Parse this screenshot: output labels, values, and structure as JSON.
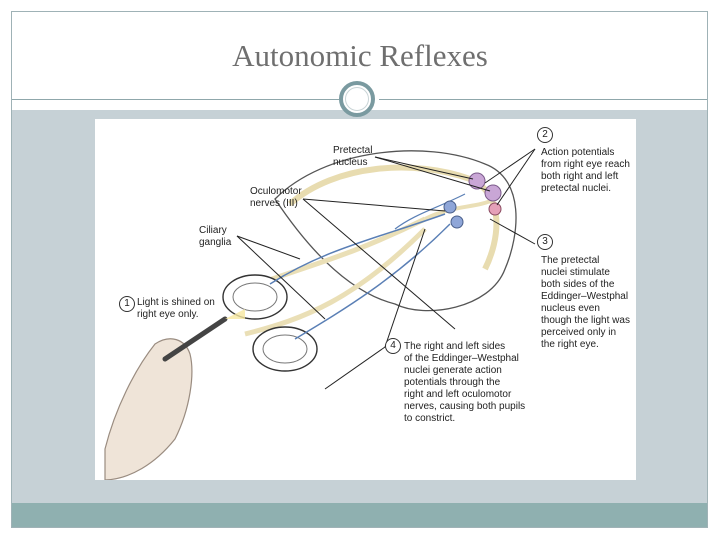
{
  "slide": {
    "title": "Autonomic Reflexes"
  },
  "figure": {
    "labels": {
      "pretectal": [
        "Pretectal",
        "nucleus"
      ],
      "oculomotor": [
        "Oculomotor",
        "nerves (III)"
      ],
      "ciliary": [
        "Ciliary",
        "ganglia"
      ]
    },
    "steps": [
      {
        "number": "1",
        "lines": [
          "Light is shined on",
          "right eye only."
        ]
      },
      {
        "number": "2",
        "lines": [
          "Action potentials",
          "from right eye reach",
          "both right and left",
          "pretectal nuclei."
        ]
      },
      {
        "number": "3",
        "lines": [
          "The pretectal",
          "nuclei stimulate",
          "both sides of the",
          "Eddinger–Westphal",
          "nucleus even",
          "though the light was",
          "perceived only in",
          "the right eye."
        ]
      },
      {
        "number": "4",
        "lines": [
          "The right and left sides",
          "of the Eddinger–Westphal",
          "nuclei generate action",
          "potentials through the",
          "right and left oculomotor",
          "nerves, causing both pupils",
          "to constrict."
        ]
      }
    ]
  },
  "colors": {
    "frame": "#9fb2b6",
    "content_bg": "#c6d1d6",
    "footer": "#8fb0b0",
    "ring": "#7a9aa0",
    "title": "#6f6f6f"
  }
}
